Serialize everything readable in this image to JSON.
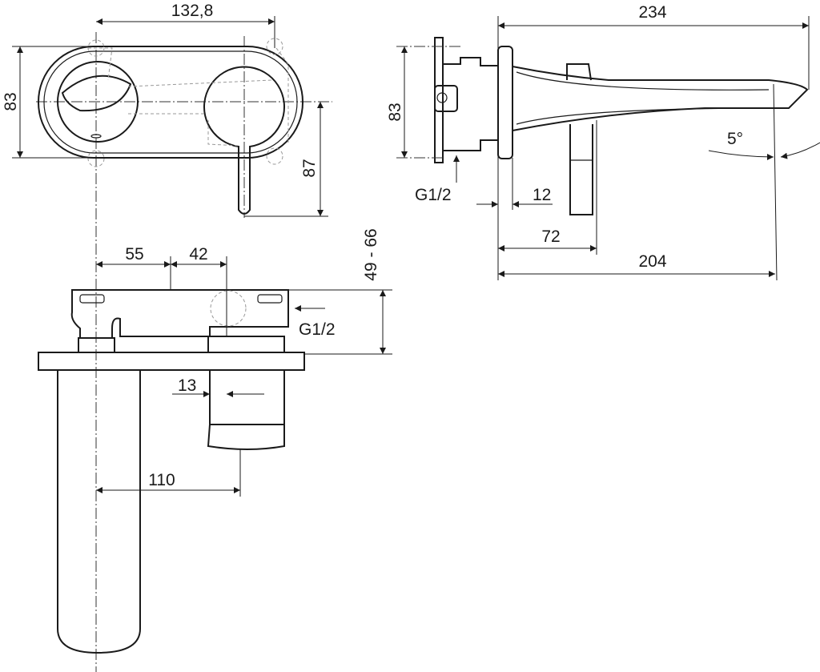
{
  "drawing": {
    "front_view": {
      "width_dim": "132,8",
      "height_dim": "83",
      "lever_dim": "87"
    },
    "side_view": {
      "total_length": "234",
      "height_dim": "83",
      "inlet": "G1/2",
      "plate_thickness": "12",
      "lever_offset": "72",
      "projection": "204",
      "angle": "5°"
    },
    "bottom_view": {
      "dim_55": "55",
      "dim_42": "42",
      "depth_range": "49 - 66",
      "inlet": "G1/2",
      "dim_13": "13",
      "dim_110": "110"
    }
  }
}
